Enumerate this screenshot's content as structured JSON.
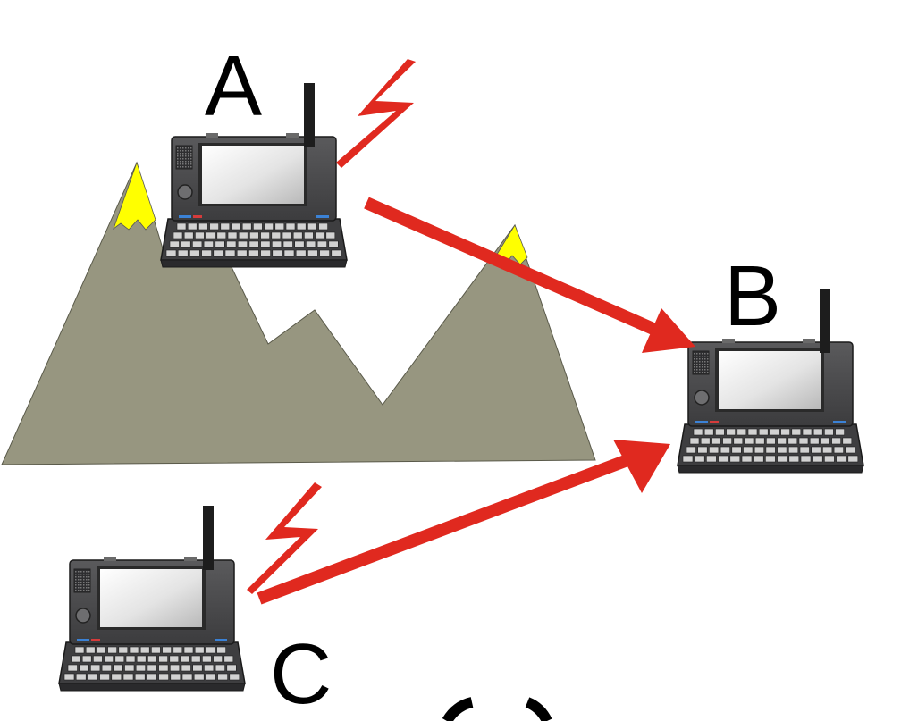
{
  "nodes": [
    {
      "id": "A",
      "label": "A"
    },
    {
      "id": "B",
      "label": "B"
    },
    {
      "id": "C",
      "label": "C"
    }
  ],
  "links": [
    {
      "from": "A",
      "to": "B",
      "type": "arrow"
    },
    {
      "from": "C",
      "to": "B",
      "type": "arrow"
    }
  ],
  "colors": {
    "arrow": "#e0291f",
    "mountain": "#979680",
    "snow": "#ffff00",
    "laptop_body": "#4b4b4d",
    "screen": "#e6e6e6"
  }
}
